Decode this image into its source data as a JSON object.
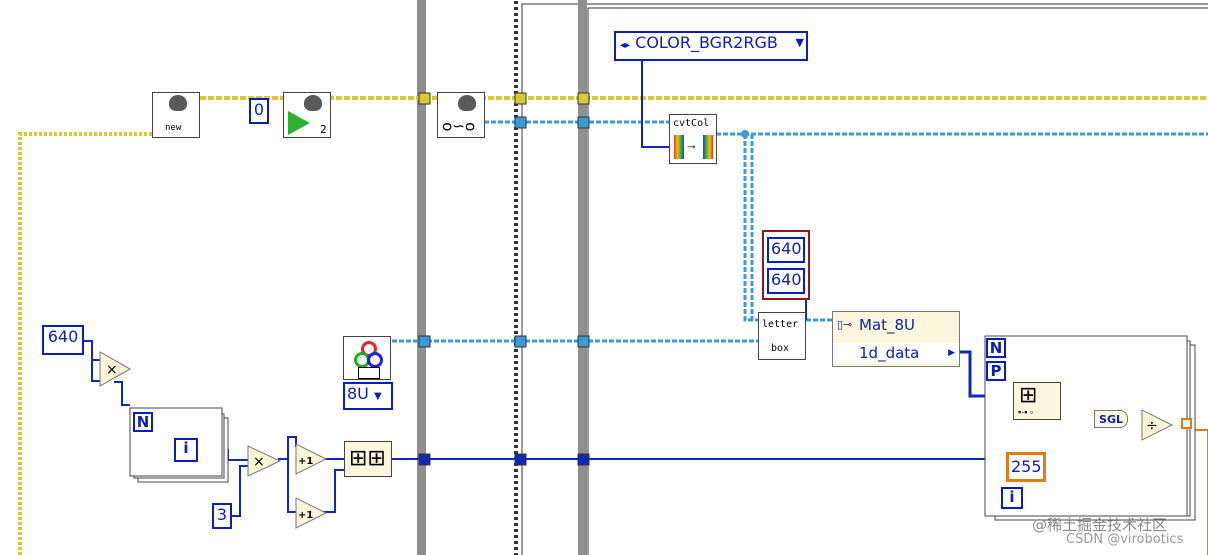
{
  "constants": {
    "n640": "640",
    "zero": "0",
    "three": "3",
    "lb_w": "640",
    "lb_h": "640",
    "c255": "255"
  },
  "enums": {
    "color_code": "COLOR_BGR2RGB",
    "img_type": "8U"
  },
  "labels": {
    "new": "new",
    "play_count": "2",
    "cvtcol": "cvtCol",
    "letter": "letter",
    "box": "box",
    "sgl": "SGL",
    "loop_n": "N",
    "loop_i": "i",
    "loop_p": "P",
    "unbundle_mat": "Mat_8U",
    "unbundle_data": "1d_data"
  },
  "watermark": {
    "line1": "@稀土掘金技术社区",
    "line2": "CSDN @virobotics"
  },
  "colors": {
    "refnum_wire": "#e8dd3a",
    "cluster_wire": "#3c9bd6",
    "int_wire": "#1028b8",
    "float_wire": "#e07d10",
    "frame_gray": "#8a8a8a"
  }
}
